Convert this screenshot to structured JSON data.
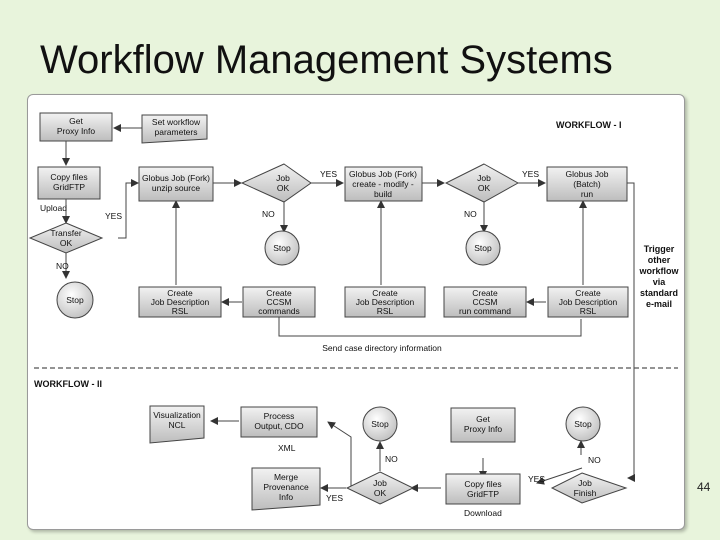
{
  "slide": {
    "title": "Workflow Management Systems",
    "page_number": "44"
  },
  "workflow1": {
    "heading": "WORKFLOW - I",
    "get_proxy": [
      "Get",
      "Proxy Info"
    ],
    "set_params": [
      "Set workflow",
      "parameters"
    ],
    "copy_files": [
      "Copy files",
      "GridFTP"
    ],
    "upload": "Upload",
    "transfer_ok": [
      "Transfer",
      "OK"
    ],
    "stop": "Stop",
    "globus_fork_unzip": [
      "Globus Job (Fork)",
      "unzip source"
    ],
    "job_ok": [
      "Job",
      "OK"
    ],
    "globus_fork_build": [
      "Globus Job (Fork)",
      "create - modify -",
      "build"
    ],
    "globus_batch": [
      "Globus Job",
      "(Batch)",
      "run"
    ],
    "create_rsl_1": [
      "Create",
      "Job Description",
      "RSL"
    ],
    "create_ccsm": [
      "Create",
      "CCSM",
      "commands"
    ],
    "create_rsl_2": [
      "Create",
      "Job Description",
      "RSL"
    ],
    "create_ccsm_run": [
      "Create",
      "CCSM",
      "run command"
    ],
    "create_rsl_3": [
      "Create",
      "Job Description",
      "RSL"
    ],
    "send_case": "Send case directory information",
    "yes": "YES",
    "no": "NO",
    "trigger": [
      "Trigger",
      "other",
      "workflow",
      "via",
      "standard",
      "e-mail"
    ]
  },
  "workflow2": {
    "heading": "WORKFLOW - II",
    "visualization": [
      "Visualization",
      "NCL"
    ],
    "process_output": [
      "Process",
      "Output, CDO"
    ],
    "xml": "XML",
    "stop": "Stop",
    "get_proxy": [
      "Get",
      "Proxy Info"
    ],
    "merge": [
      "Merge",
      "Provenance",
      "Info"
    ],
    "job_ok": [
      "Job",
      "OK"
    ],
    "copy_files": [
      "Copy files",
      "GridFTP"
    ],
    "download": "Download",
    "job_finish": [
      "Job",
      "Finish"
    ],
    "yes": "YES",
    "no": "NO"
  }
}
